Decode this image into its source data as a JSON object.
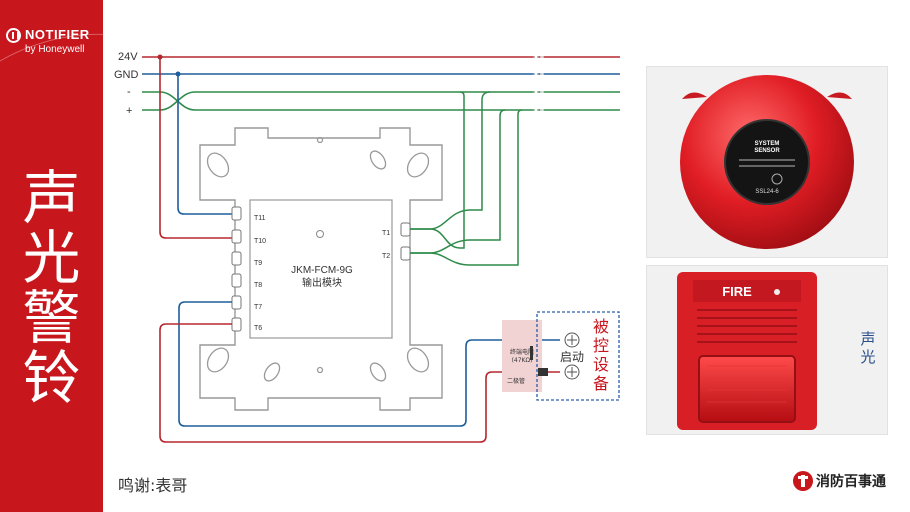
{
  "brand": {
    "logo": "NOTIFIER",
    "logo_sub": "by Honeywell",
    "footer": "消防百事通"
  },
  "title_chars": [
    "声",
    "光",
    "警",
    "铃"
  ],
  "credit": "鸣谢:表哥",
  "wires": {
    "v24": "24V",
    "gnd": "GND",
    "minus": "-",
    "plus": "+"
  },
  "module": {
    "model": "JKM-FCM-9G",
    "name": "输出模块",
    "left_terminals": [
      "T11",
      "T10",
      "T9",
      "T8",
      "T7",
      "T6"
    ],
    "right_terminals": [
      "T1",
      "T2"
    ]
  },
  "controlled": {
    "box_label": "启动",
    "vertical_label": [
      "被",
      "控",
      "设",
      "备"
    ],
    "resistor_line1": "终端电阻",
    "resistor_line2": "(47KΩ)",
    "diode": "二极管"
  },
  "bell": {
    "brand_line1": "SYSTEM",
    "brand_line2": "SENSOR",
    "model": "SSL24-6"
  },
  "strobe": {
    "panel_text": "FIRE",
    "label_chars": [
      "声",
      "光"
    ]
  },
  "colors": {
    "red": "#c8161d",
    "wire_red": "#b5282d",
    "wire_blue": "#1f5f9c",
    "wire_green": "#2f8b4a",
    "dashed_blue": "#2a5da8"
  }
}
